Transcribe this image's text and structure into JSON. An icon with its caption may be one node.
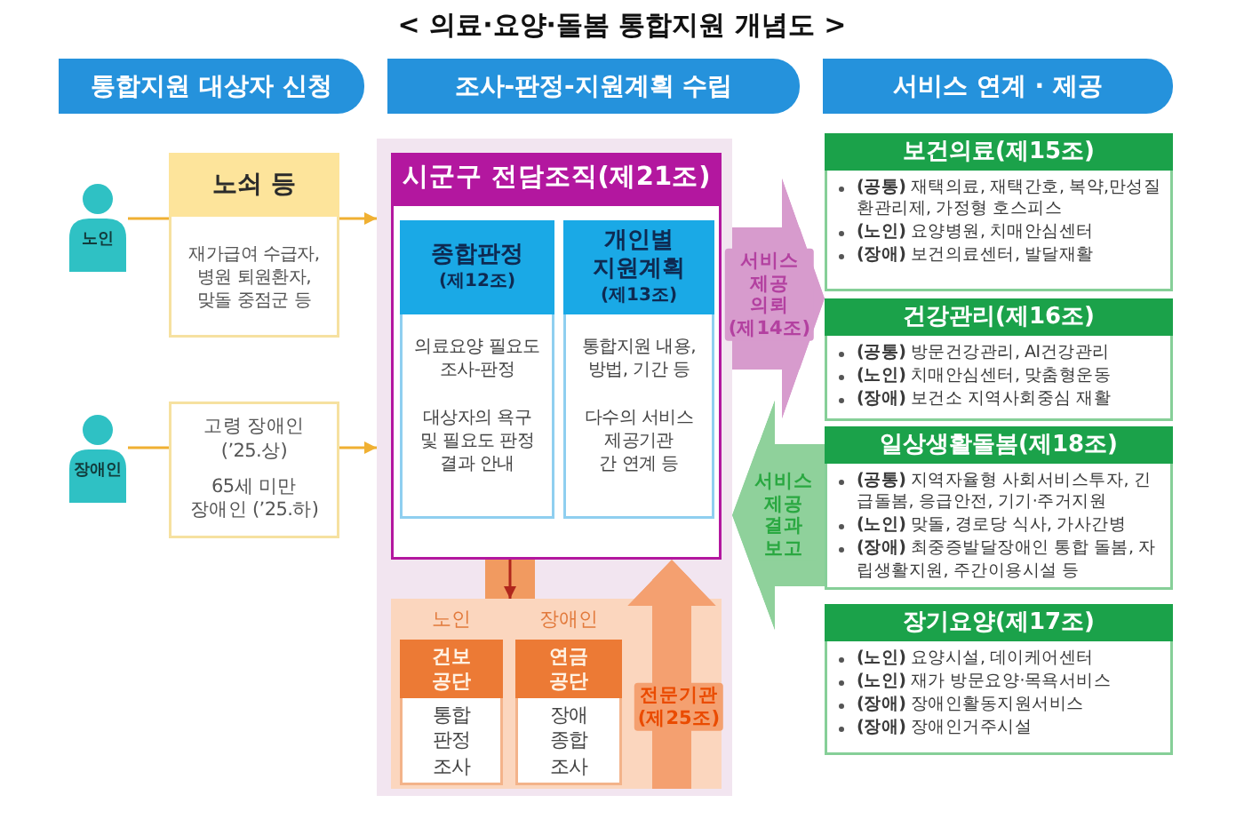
{
  "diagram": {
    "title": "< 의료·요양·돌봄 통합지원 개념도 >",
    "nodes": [
      {
        "text": [
          "통합지원 대상자 신청"
        ]
      },
      {
        "text": [
          "조사-판정-지원계획 수립"
        ]
      },
      {
        "text": [
          "서비스 연계 · 제공"
        ]
      },
      {
        "text": [
          "노인"
        ]
      },
      {
        "text": [
          "노쇠 등",
          "재가급여 수급자, 병원 퇴원환자, 맞돌 중점군 등"
        ]
      },
      {
        "text": [
          "장애인"
        ]
      },
      {
        "text": [
          "고령 장애인 (’25.상)",
          "65세 미만 장애인 (’25.하)"
        ]
      },
      {
        "text": [],
        "shape": "box"
      },
      {
        "text": [
          "시군구 전담조직(제21조)"
        ],
        "in": 7
      },
      {
        "text": [
          "종합판정",
          "(제12조)",
          "의료요양 필요도 조사-판정",
          "대상자의 욕구 및 필요도 판정 결과 안내"
        ],
        "in": 8
      },
      {
        "text": [
          "개인별 지원계획",
          "(제13조)",
          "통합지원 내용, 방법, 기간 등",
          "다수의 서비스 제공기관 간 연계 등"
        ],
        "in": 8
      },
      {
        "text": [],
        "shape": "box",
        "in": 7
      },
      {
        "text": [
          "건보 공단",
          "통합 판정 조사"
        ],
        "in": 11,
        "beside": [
          "노인"
        ]
      },
      {
        "text": [
          "연금 공단",
          "장애 종합 조사"
        ],
        "in": 11,
        "beside": [
          "장애인"
        ]
      },
      {
        "text": [
          "보건의료(제15조)",
          "**(공통)** 재택의료, 재택간호, 복약,만성질환관리제, 가정형 호스피스",
          "**(노인)** 요양병원, 치매안심센터",
          "**(장애)** 보건의료센터, 발달재활"
        ]
      },
      {
        "text": [
          "건강관리(제16조)",
          "**(공통)** 방문건강관리, AI건강관리",
          "**(노인)** 치매안심센터, 맞춤형운동",
          "**(장애)** 보건소 지역사회중심 재활"
        ]
      },
      {
        "text": [
          "일상생활돌봄(제18조)",
          "**(공통)** 지역자율형 사회서비스투자, 긴급돌봄, 응급안전, 기기·주거지원",
          "**(노인)** 맞돌, 경로당 식사, 가사간병",
          "**(장애)** 최중증발달장애인 통합 돌봄, 자립생활지원, 주간이용시설 등"
        ]
      },
      {
        "text": [
          "장기요양(제17조)",
          "**(노인)** 요양시설, 데이케어센터",
          "**(노인)** 재가 방문요양·목욕서비스",
          "**(장애)** 장애인활동지원서비스",
          "**(장애)** 장애인거주시설"
        ]
      }
    ],
    "edges": [
      {
        "from": 3,
        "to": 4,
        "arrow": "none"
      },
      {
        "from": 4,
        "to": 7,
        "arrow": "to"
      },
      {
        "from": 5,
        "to": 6,
        "arrow": "none"
      },
      {
        "from": 6,
        "to": 7,
        "arrow": "to"
      },
      {
        "from": 8,
        "to": 11,
        "arrow": "to",
        "color": "#b0261c"
      },
      {
        "from": 11,
        "to": 8,
        "arrow": "to",
        "label": "전문기관 (제25조)",
        "style": "thick",
        "color": "#f4a070"
      },
      {
        "from": 7,
        "to": 15,
        "arrow": "to",
        "label": "서비스 제공 의뢰 (제14조)",
        "style": "thick",
        "color": "#d79bcd"
      },
      {
        "from": 16,
        "to": 7,
        "arrow": "to",
        "label": "서비스 제공 결과 보고",
        "style": "thick",
        "color": "#8fd19b"
      }
    ]
  }
}
